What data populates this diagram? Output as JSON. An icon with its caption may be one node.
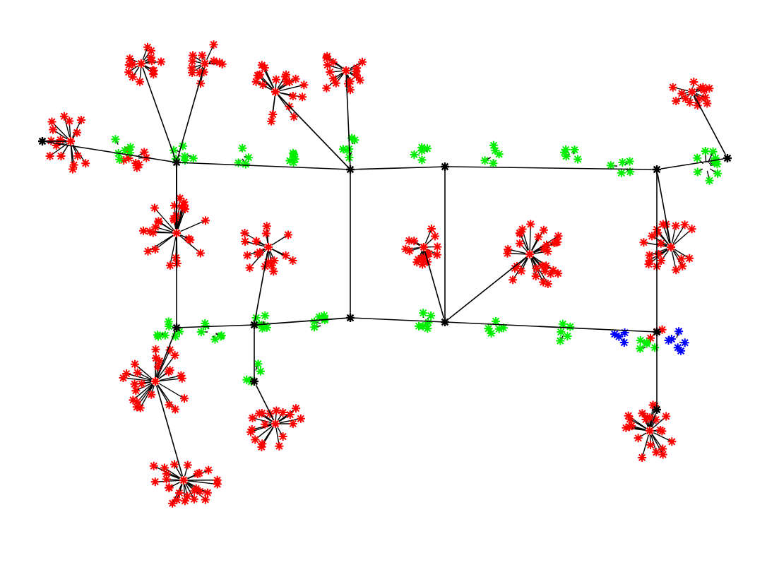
{
  "diagram": {
    "nodes": [
      {
        "text": [],
        "shape": "star"
      },
      {
        "text": [],
        "shape": "star"
      },
      {
        "text": [],
        "shape": "star"
      },
      {
        "text": [],
        "shape": "star"
      },
      {
        "text": [],
        "shape": "star"
      },
      {
        "text": [],
        "shape": "star"
      },
      {
        "text": [],
        "shape": "star"
      },
      {
        "text": [],
        "shape": "star"
      },
      {
        "text": [],
        "shape": "star"
      },
      {
        "text": [],
        "shape": "star"
      },
      {
        "text": [],
        "shape": "star"
      },
      {
        "text": [],
        "shape": "star"
      },
      {
        "text": [],
        "shape": "star"
      },
      {
        "text": [],
        "shape": "star"
      },
      {
        "text": [],
        "shape": "star"
      },
      {
        "text": [],
        "shape": "star"
      },
      {
        "text": [],
        "shape": "star"
      },
      {
        "text": [],
        "shape": "star"
      },
      {
        "text": [],
        "shape": "star"
      },
      {
        "text": [],
        "shape": "star"
      },
      {
        "text": [],
        "shape": "star"
      },
      {
        "text": [],
        "shape": "star"
      },
      {
        "text": [],
        "shape": "star"
      },
      {
        "text": [],
        "shape": "star"
      },
      {
        "text": [],
        "shape": "star"
      },
      {
        "text": [],
        "shape": "star"
      },
      {
        "text": [],
        "shape": "star"
      },
      {
        "text": [],
        "shape": "star"
      }
    ],
    "edges": [
      {
        "from": 0,
        "to": 1,
        "arrow": "none"
      },
      {
        "from": 1,
        "to": 2,
        "arrow": "none"
      },
      {
        "from": 2,
        "to": 3,
        "arrow": "none"
      },
      {
        "from": 3,
        "to": 4,
        "arrow": "none"
      },
      {
        "from": 4,
        "to": 5,
        "arrow": "none"
      },
      {
        "from": 1,
        "to": 6,
        "arrow": "none"
      },
      {
        "from": 2,
        "to": 8,
        "arrow": "none"
      },
      {
        "from": 3,
        "to": 9,
        "arrow": "none"
      },
      {
        "from": 4,
        "to": 10,
        "arrow": "none"
      },
      {
        "from": 6,
        "to": 7,
        "arrow": "none"
      },
      {
        "from": 7,
        "to": 8,
        "arrow": "none"
      },
      {
        "from": 8,
        "to": 9,
        "arrow": "none"
      },
      {
        "from": 9,
        "to": 10,
        "arrow": "none"
      },
      {
        "from": 7,
        "to": 11,
        "arrow": "none"
      },
      {
        "from": 10,
        "to": 12,
        "arrow": "none"
      },
      {
        "from": 13,
        "to": 0,
        "arrow": "none"
      },
      {
        "from": 14,
        "to": 1,
        "arrow": "none"
      },
      {
        "from": 15,
        "to": 1,
        "arrow": "none"
      },
      {
        "from": 16,
        "to": 2,
        "arrow": "none"
      },
      {
        "from": 17,
        "to": 2,
        "arrow": "none"
      },
      {
        "from": 18,
        "to": 5,
        "arrow": "none"
      },
      {
        "from": 19,
        "to": 1,
        "arrow": "none"
      },
      {
        "from": 20,
        "to": 7,
        "arrow": "none"
      },
      {
        "from": 21,
        "to": 9,
        "arrow": "none"
      },
      {
        "from": 22,
        "to": 9,
        "arrow": "none"
      },
      {
        "from": 23,
        "to": 4,
        "arrow": "none"
      },
      {
        "from": 24,
        "to": 6,
        "arrow": "none"
      },
      {
        "from": 25,
        "to": 24,
        "arrow": "none"
      },
      {
        "from": 26,
        "to": 11,
        "arrow": "none"
      },
      {
        "from": 27,
        "to": 12,
        "arrow": "none"
      }
    ]
  }
}
